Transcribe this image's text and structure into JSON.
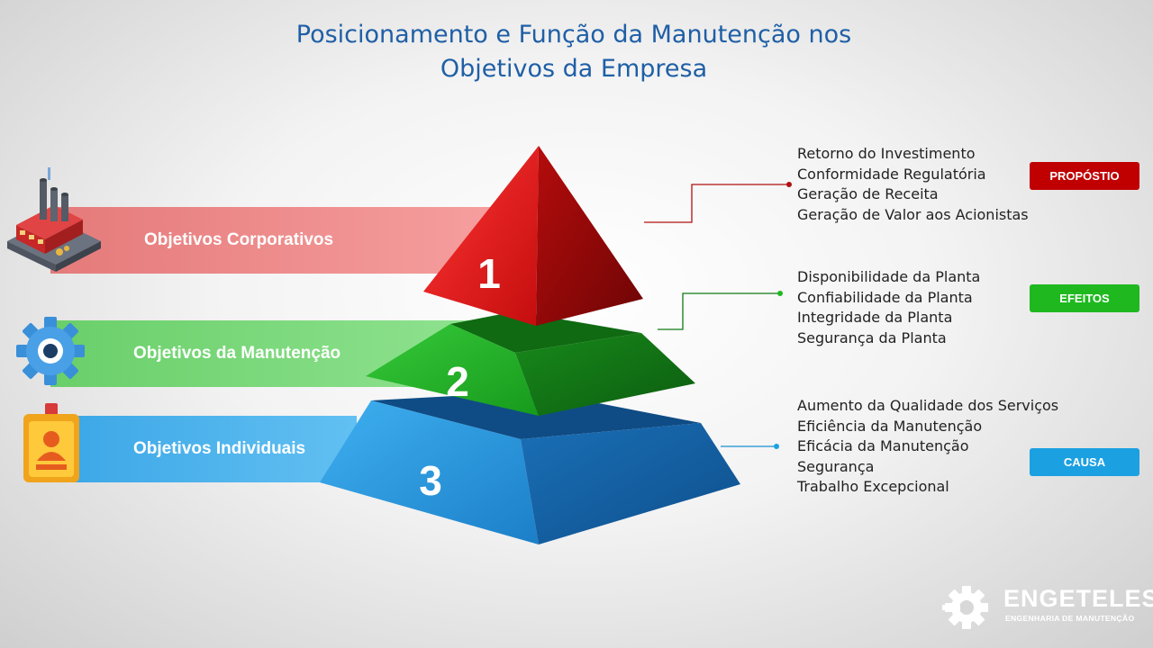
{
  "title": {
    "line1": "Posicionamento e Função da Manutenção nos",
    "line2": "Objetivos da Empresa"
  },
  "levels": [
    {
      "number": "1",
      "label": "Objetivos Corporativos",
      "icon": "factory-icon",
      "tag": "PROPÓSTIO",
      "color": "#d81414",
      "items": [
        "Retorno do Investimento",
        "Conformidade Regulatória",
        "Geração de Receita",
        "Geração de Valor aos Acionistas"
      ]
    },
    {
      "number": "2",
      "label": "Objetivos  da Manutenção",
      "icon": "gear-icon",
      "tag": "EFEITOS",
      "color": "#1fb81f",
      "items": [
        "Disponibilidade da Planta",
        "Confiabilidade da Planta",
        "Integridade da Planta",
        "Segurança da Planta"
      ]
    },
    {
      "number": "3",
      "label": "Objetivos Individuais",
      "icon": "id-badge-icon",
      "tag": "CAUSA",
      "color": "#1ba0e2",
      "items": [
        "Aumento da Qualidade dos Serviços",
        "Eficiência da Manutenção",
        "Eficácia da Manutenção",
        "Segurança",
        "Trabalho Excepcional"
      ]
    }
  ],
  "logo": {
    "name": "ENGETELES",
    "subtitle": "ENGENHARIA DE MANUTENÇÃO"
  }
}
